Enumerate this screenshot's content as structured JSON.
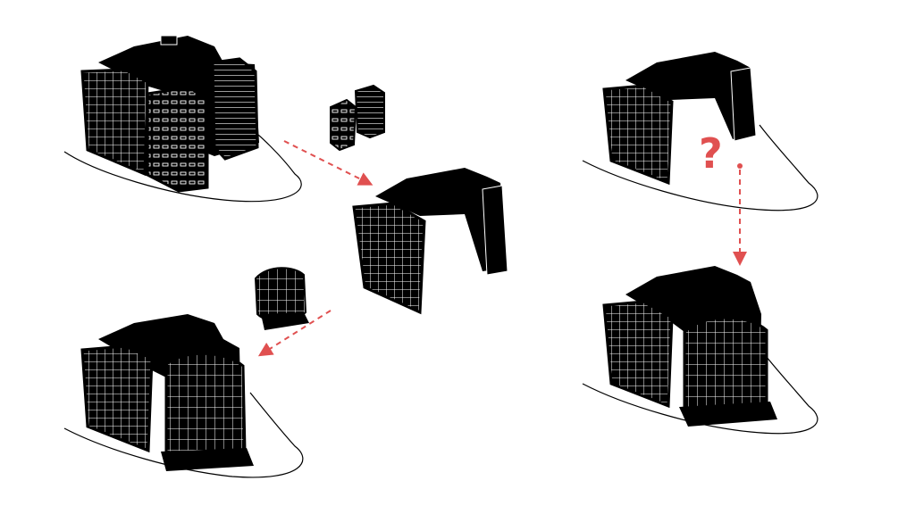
{
  "diagram": {
    "colors": {
      "background": "#ffffff",
      "building": "#000000",
      "line": "#000000",
      "accent": "#e05050"
    },
    "annotation": {
      "question_mark": "?"
    },
    "panels": [
      {
        "name": "original-complex",
        "state": "existing buildings with old slab block"
      },
      {
        "name": "removed-blocks",
        "state": "extracted buildings"
      },
      {
        "name": "cleared-complex",
        "state": "remaining structure"
      },
      {
        "name": "new-addition",
        "state": "curved grid building"
      },
      {
        "name": "final-complex",
        "state": "complex with new curved building"
      },
      {
        "name": "open-question",
        "state": "remaining structure with missing piece"
      },
      {
        "name": "resolved-complex",
        "state": "complex with curved building fitted"
      }
    ],
    "arrows": [
      {
        "name": "arrow-remove",
        "from": "original-complex",
        "to": "cleared-complex"
      },
      {
        "name": "arrow-insert",
        "from": "cleared-complex",
        "to": "final-complex"
      },
      {
        "name": "arrow-resolve",
        "from": "open-question",
        "to": "resolved-complex"
      }
    ]
  }
}
